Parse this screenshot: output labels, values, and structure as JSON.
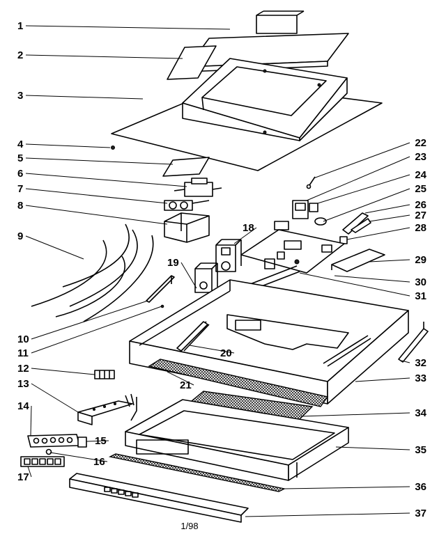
{
  "callouts": [
    {
      "id": "1",
      "side": "left"
    },
    {
      "id": "2",
      "side": "left"
    },
    {
      "id": "3",
      "side": "left"
    },
    {
      "id": "4",
      "side": "left"
    },
    {
      "id": "5",
      "side": "left"
    },
    {
      "id": "6",
      "side": "left"
    },
    {
      "id": "7",
      "side": "left"
    },
    {
      "id": "8",
      "side": "left"
    },
    {
      "id": "9",
      "side": "left"
    },
    {
      "id": "10",
      "side": "left"
    },
    {
      "id": "11",
      "side": "left"
    },
    {
      "id": "12",
      "side": "left"
    },
    {
      "id": "13",
      "side": "left"
    },
    {
      "id": "14",
      "side": "left"
    },
    {
      "id": "15",
      "side": "left"
    },
    {
      "id": "16",
      "side": "left"
    },
    {
      "id": "17",
      "side": "left"
    },
    {
      "id": "18",
      "side": "left"
    },
    {
      "id": "19",
      "side": "left"
    },
    {
      "id": "20",
      "side": "left"
    },
    {
      "id": "21",
      "side": "left"
    },
    {
      "id": "22",
      "side": "right"
    },
    {
      "id": "23",
      "side": "right"
    },
    {
      "id": "24",
      "side": "right"
    },
    {
      "id": "25",
      "side": "right"
    },
    {
      "id": "26",
      "side": "right"
    },
    {
      "id": "27",
      "side": "right"
    },
    {
      "id": "28",
      "side": "right"
    },
    {
      "id": "29",
      "side": "right"
    },
    {
      "id": "30",
      "side": "right"
    },
    {
      "id": "31",
      "side": "right"
    },
    {
      "id": "32",
      "side": "right"
    },
    {
      "id": "33",
      "side": "right"
    },
    {
      "id": "34",
      "side": "right"
    },
    {
      "id": "35",
      "side": "right"
    },
    {
      "id": "36",
      "side": "right"
    },
    {
      "id": "37",
      "side": "right"
    }
  ],
  "footer": {
    "code": "1/98"
  }
}
